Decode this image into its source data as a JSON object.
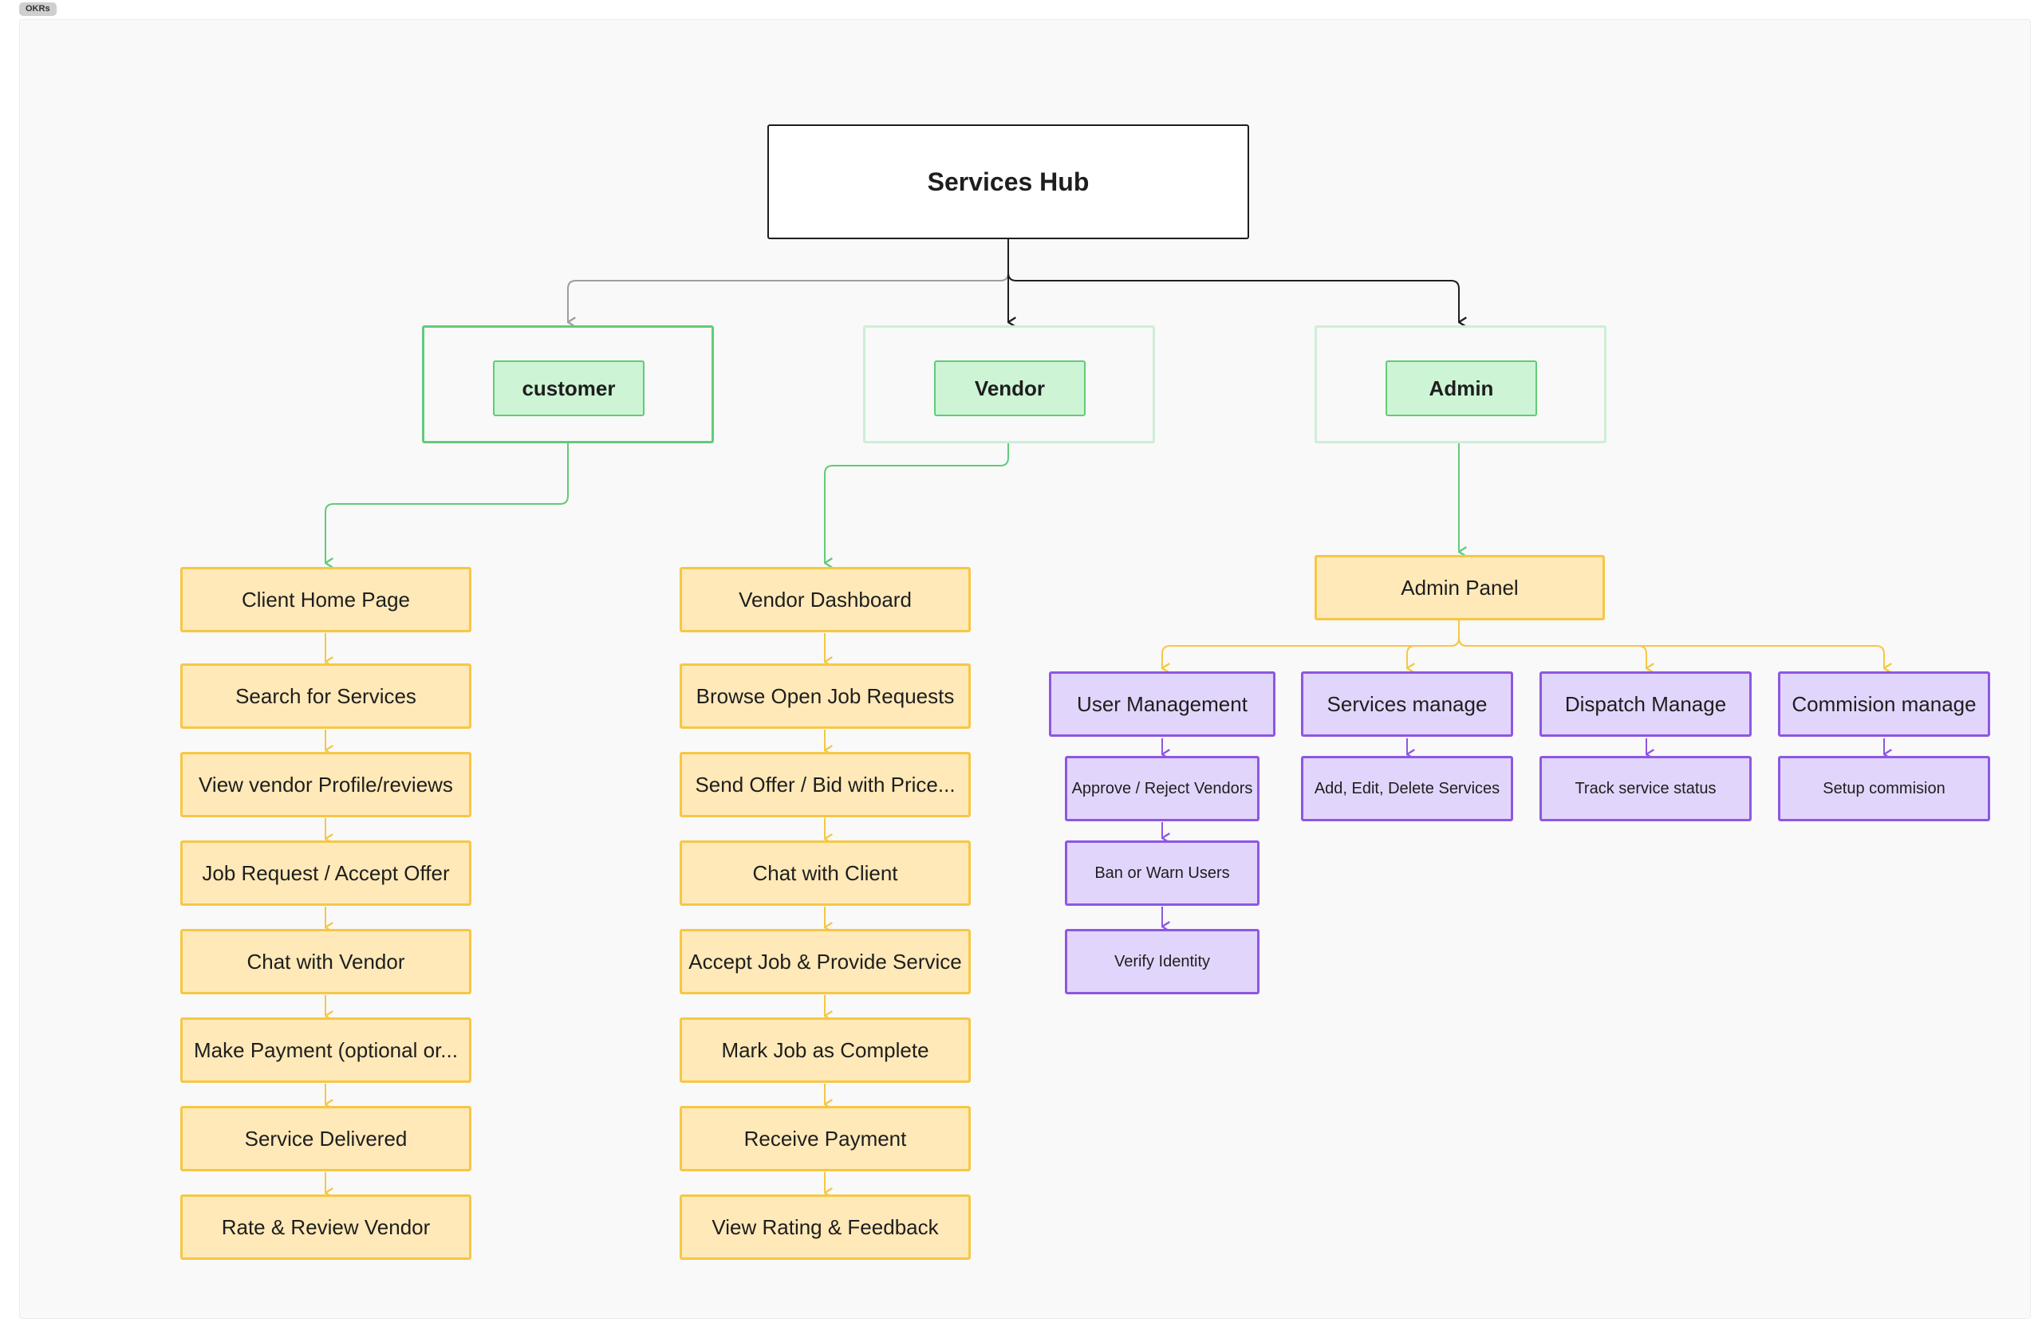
{
  "frame": {
    "tag": "OKRs"
  },
  "diagram": {
    "root": "Services Hub",
    "sections": [
      {
        "label": "customer"
      },
      {
        "label": "Vendor"
      },
      {
        "label": "Admin"
      }
    ],
    "customer_flow": [
      "Client Home Page",
      "Search for Services",
      "View vendor Profile/reviews",
      "Job Request / Accept Offer",
      "Chat with Vendor",
      "Make Payment (optional or...",
      "Service Delivered",
      "Rate & Review Vendor"
    ],
    "vendor_flow": [
      "Vendor Dashboard",
      "Browse Open Job Requests",
      "Send Offer / Bid with Price...",
      "Chat with Client",
      "Accept Job & Provide Service",
      "Mark Job as Complete",
      "Receive Payment",
      "View Rating & Feedback"
    ],
    "admin": {
      "panel": "Admin Panel",
      "modules": [
        {
          "title": "User Management",
          "items": [
            "Approve / Reject Vendors",
            "Ban or Warn Users",
            "Verify Identity"
          ]
        },
        {
          "title": "Services manage",
          "items": [
            "Add, Edit, Delete Services"
          ]
        },
        {
          "title": "Dispatch Manage",
          "items": [
            "Track service status"
          ]
        },
        {
          "title": "Commision manage",
          "items": [
            "Setup commision"
          ]
        }
      ]
    }
  },
  "colors": {
    "root_border": "#1e1e1e",
    "section_green": "#62cb78",
    "section_fill": "#cdf4d5",
    "step_fill": "#ffe9b8",
    "step_border": "#f6c746",
    "admin_fill": "#e2d5fb",
    "admin_border": "#8d57e3",
    "muted_connector": "#9e9e9e"
  }
}
